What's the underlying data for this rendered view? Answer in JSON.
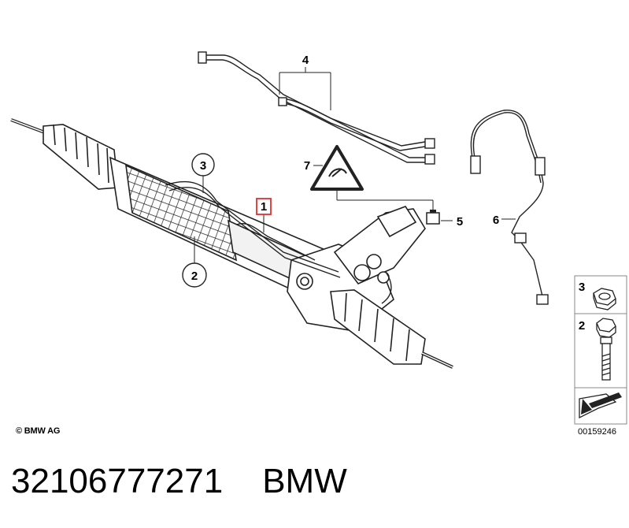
{
  "diagram": {
    "callouts": [
      {
        "label": "1",
        "boxed": true
      },
      {
        "label": "2"
      },
      {
        "label": "3"
      },
      {
        "label": "4"
      },
      {
        "label": "5"
      },
      {
        "label": "6"
      },
      {
        "label": "7"
      }
    ],
    "legend": {
      "items": [
        {
          "label": "3",
          "part": "hex-nut"
        },
        {
          "label": "2",
          "part": "hex-bolt"
        }
      ]
    },
    "copyright": "© BMW AG",
    "drawing_code": "00159246",
    "highlight_color": "#e03030"
  },
  "footer": {
    "part_number": "32106777271",
    "brand": "BMW"
  }
}
